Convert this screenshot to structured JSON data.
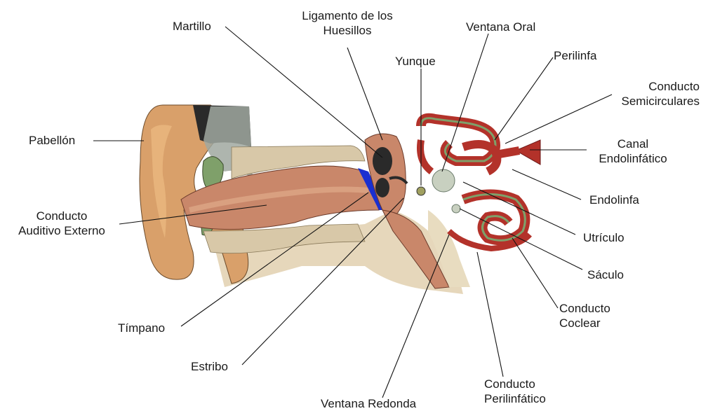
{
  "labels": {
    "martillo": "Martillo",
    "ligamento": [
      "Ligamento de los",
      "Huesillos"
    ],
    "ventana_oral": "Ventana Oral",
    "yunque": "Yunque",
    "perilinfa": "Perilinfa",
    "semicirculares": [
      "Conducto",
      "Semicirculares"
    ],
    "pabellon": "Pabellón",
    "canal_endolinfatico": [
      "Canal",
      "Endolinfático"
    ],
    "endolinfa": "Endolinfa",
    "auditivo_externo": [
      "Conducto",
      "Auditivo Externo"
    ],
    "utriculo": "Utrículo",
    "saculo": "Sáculo",
    "coclear": [
      "Conducto",
      "Coclear"
    ],
    "timpano": "Tímpano",
    "estribo": "Estribo",
    "perilinfatico": [
      "Conducto",
      "Perilinfático"
    ],
    "ventana_redonda": "Ventana Redonda"
  },
  "colors": {
    "skin": "#d9a06a",
    "canal": "#c9876a",
    "bone": "#e8dcc0",
    "cochlea_red": "#b3322a",
    "cochlea_green": "#7fa06a",
    "eardrum_blue": "#1a2fd0",
    "ossicle": "#2a2a2a"
  }
}
